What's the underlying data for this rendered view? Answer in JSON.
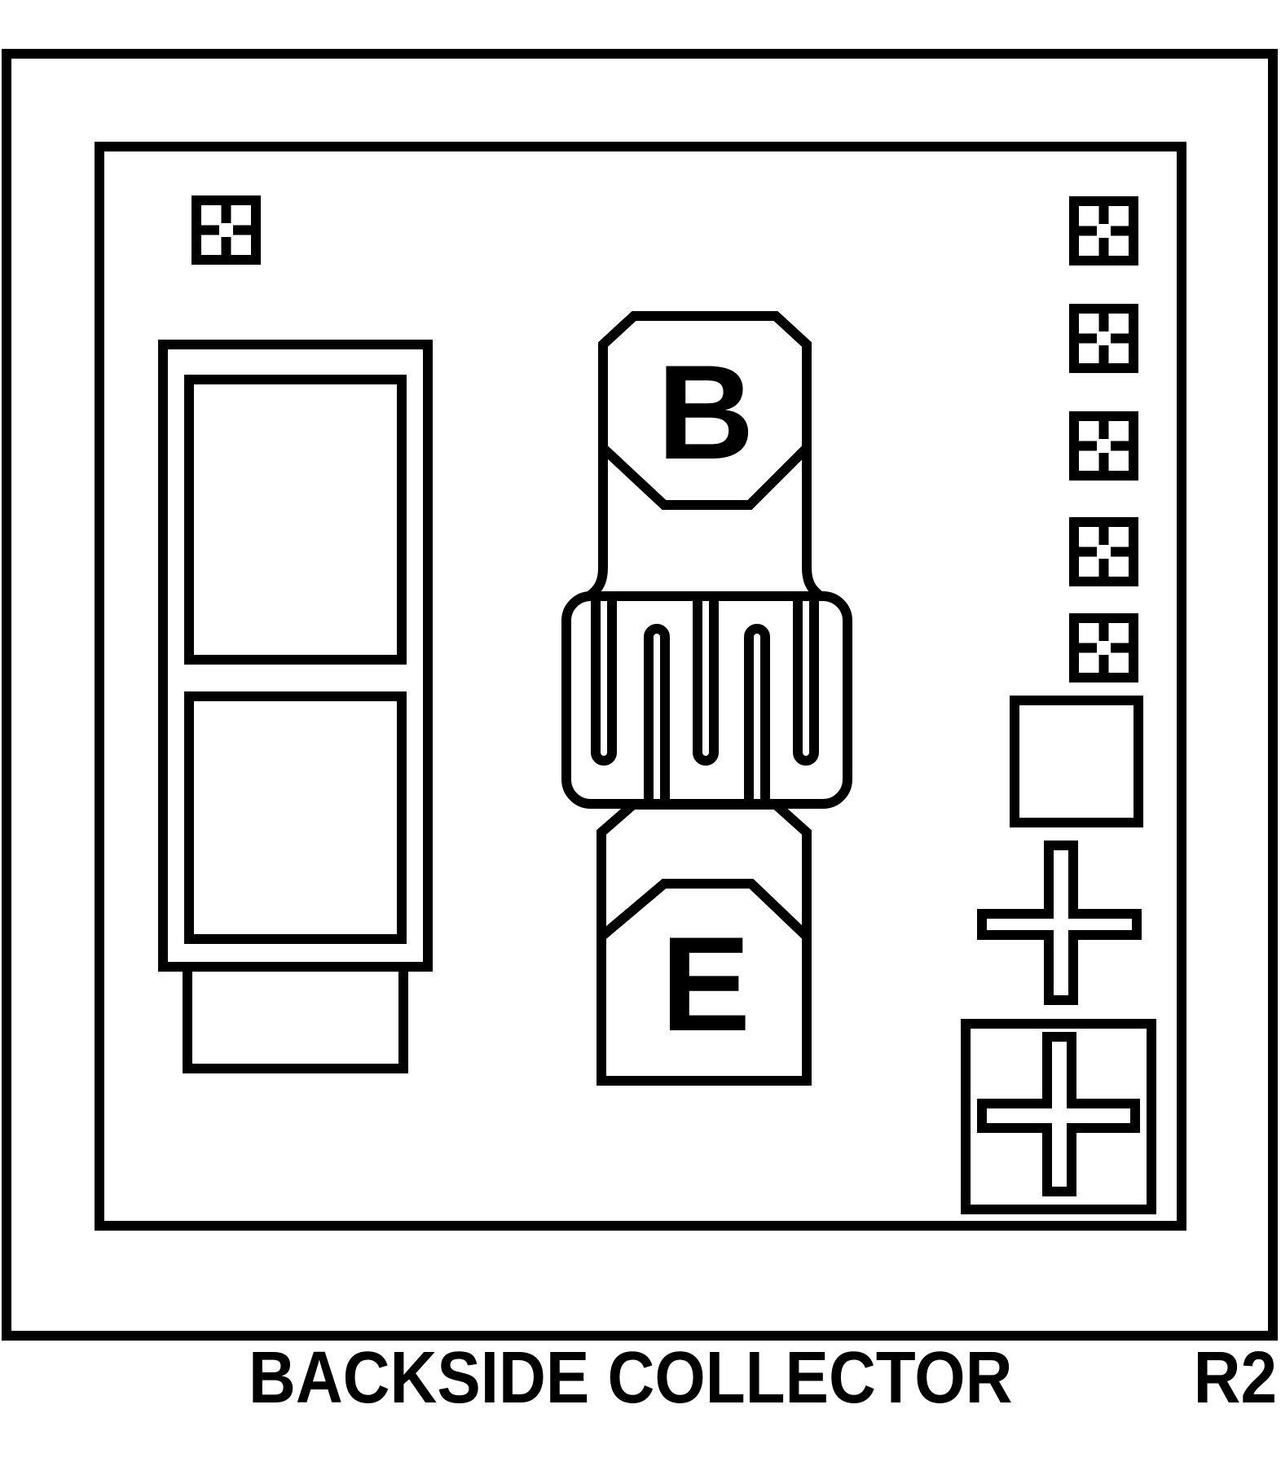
{
  "diagram": {
    "caption": "BACKSIDE COLLECTOR",
    "revision": "R2",
    "base_pad_label": "B",
    "emitter_pad_label": "E"
  },
  "colors": {
    "line": "#000000",
    "background": "#ffffff"
  },
  "marks": {
    "top_left_alignment_marks": 1,
    "right_column_alignment_marks": 5
  }
}
